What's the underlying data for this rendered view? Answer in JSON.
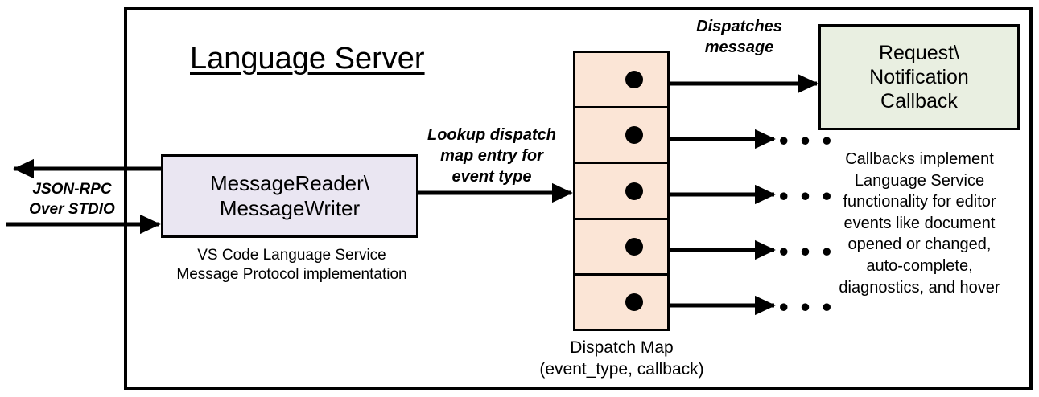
{
  "diagram": {
    "title": "Language Server",
    "outer_box_label": "Language Server"
  },
  "message_io": {
    "box_label": "MessageReader\\\nMessageWriter",
    "caption": "VS Code Language Service\nMessage Protocol implementation",
    "fill_color": "#EAE6F2"
  },
  "transport": {
    "label": "JSON-RPC\nOver STDIO",
    "inbound_arrow": "arrow-right",
    "outbound_arrow": "arrow-left"
  },
  "lookup": {
    "label": "Lookup dispatch\nmap entry for\nevent type"
  },
  "dispatch_map": {
    "caption": "Dispatch Map\n(event_type, callback)",
    "fill_color": "#FBE5D6",
    "row_count": 5,
    "rows": [
      {
        "id": "row-1",
        "dot": true,
        "target": "callback-box"
      },
      {
        "id": "row-2",
        "dot": true,
        "target": "ellipsis"
      },
      {
        "id": "row-3",
        "dot": true,
        "target": "ellipsis"
      },
      {
        "id": "row-4",
        "dot": true,
        "target": "ellipsis"
      },
      {
        "id": "row-5",
        "dot": true,
        "target": "ellipsis"
      }
    ],
    "ellipsis_glyph": "• • •"
  },
  "dispatch_message": {
    "label": "Dispatches\nmessage"
  },
  "callback": {
    "box_label": "Request\\\nNotification\nCallback",
    "description": "Callbacks implement\nLanguage Service\nfunctionality for editor\nevents like document\nopened or changed,\nauto-complete,\ndiagnostics, and hover",
    "fill_color": "#E9EFE1"
  },
  "colors": {
    "stroke": "#000000",
    "background": "#FFFFFF",
    "lavender": "#EAE6F2",
    "peach": "#FBE5D6",
    "green": "#E9EFE1"
  }
}
